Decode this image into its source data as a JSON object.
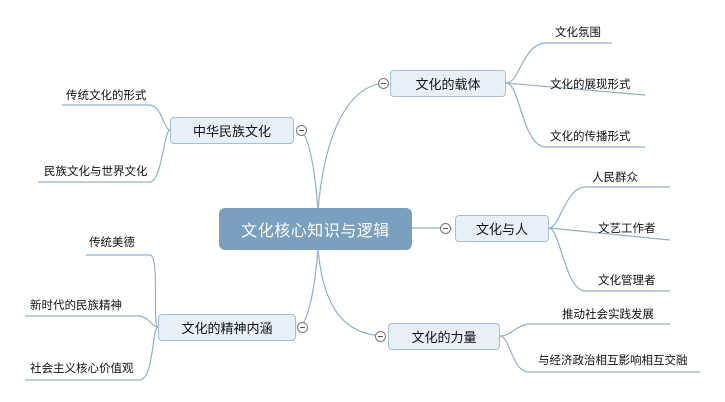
{
  "root": {
    "label": "文化核心知识与逻辑"
  },
  "branches": {
    "carrier": {
      "label": "文化的载体",
      "leaves": [
        "文化氛围",
        "文化的展现形式",
        "文化的传播形式"
      ]
    },
    "people": {
      "label": "文化与人",
      "leaves": [
        "人民群众",
        "文艺工作者",
        "文化管理者"
      ]
    },
    "power": {
      "label": "文化的力量",
      "leaves": [
        "推动社会实践发展",
        "与经济政治相互影响相互交融"
      ]
    },
    "chinese": {
      "label": "中华民族文化",
      "leaves": [
        "传统文化的形式",
        "民族文化与世界文化"
      ]
    },
    "spirit": {
      "label": "文化的精神内涵",
      "leaves": [
        "传统美德",
        "新时代的民族精神",
        "社会主义核心价值观"
      ]
    }
  },
  "colors": {
    "root_fill": "#7a9fbf",
    "branch_fill": "#e7eff7",
    "branch_border": "#a8bfd3",
    "link": "#8fb0c9"
  },
  "icons": {
    "collapse_toggle": "minus-circle-icon"
  }
}
